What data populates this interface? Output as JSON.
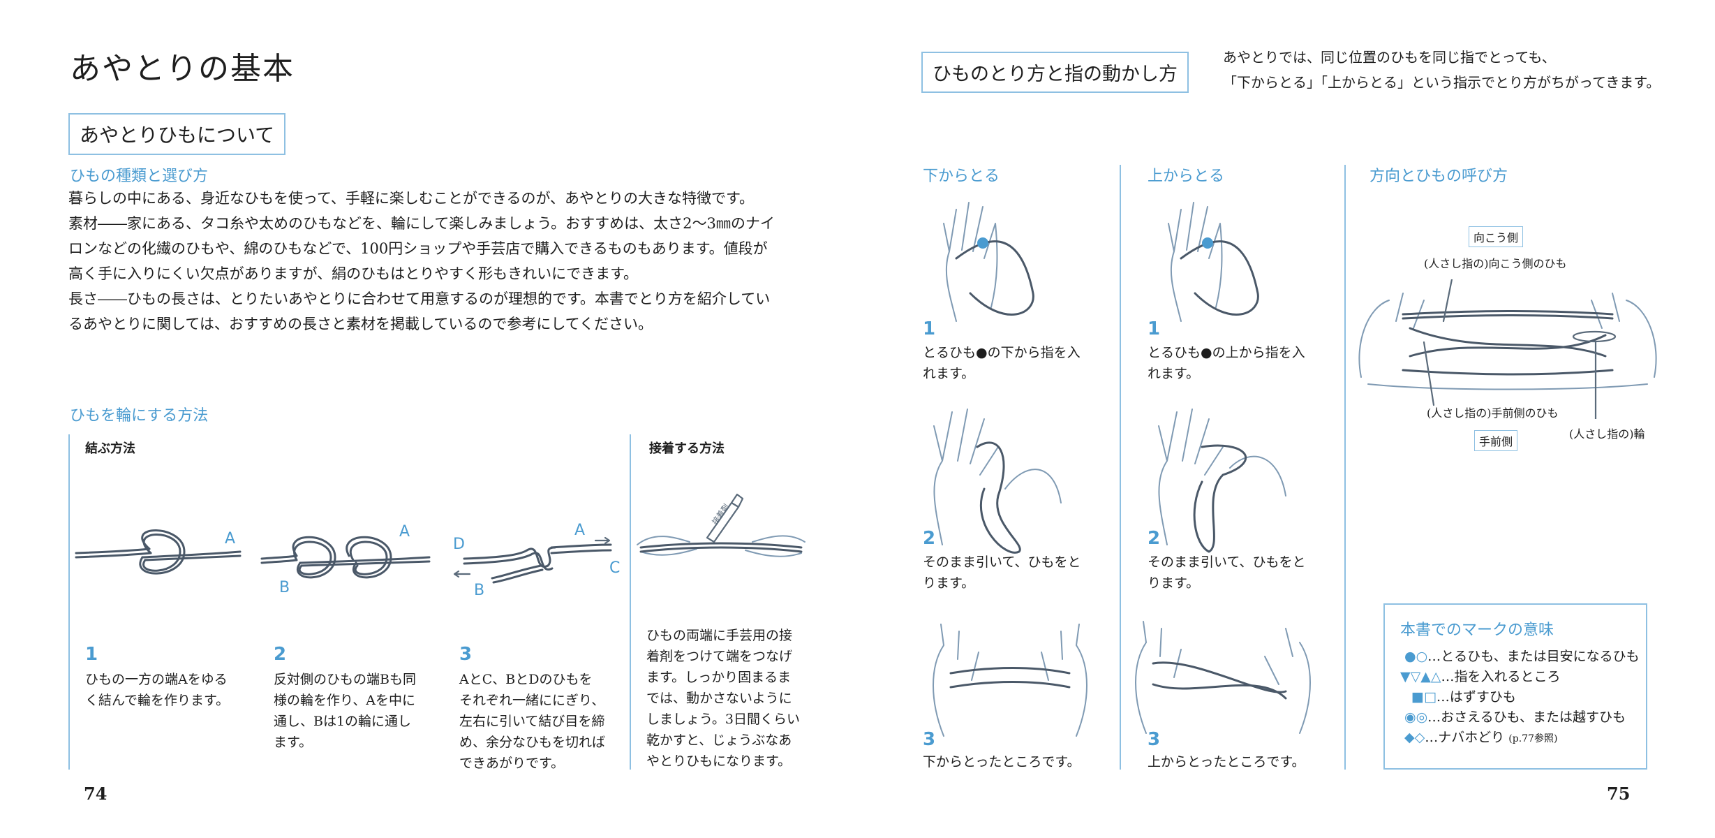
{
  "left_page": {
    "title": "あやとりの基本",
    "subtitle_box": "あやとりひもについて",
    "section1_heading": "ひもの種類と選び方",
    "paragraph_lines": [
      "暮らしの中にある、身近なひもを使って、手軽に楽しむことができるのが、あやとりの大きな特徴です。",
      "素材――家にある、タコ糸や太めのひもなどを、輪にして楽しみましょう。おすすめは、太さ2〜3㎜のナイ",
      "ロンなどの化繊のひもや、綿のひもなどで、100円ショップや手芸店で購入できるものもあります。値段が",
      "高く手に入りにくい欠点がありますが、絹のひもはとりやすく形もきれいにできます。",
      "長さ――ひもの長さは、とりたいあやとりに合わせて用意するのが理想的です。本書でとり方を紹介してい",
      "るあやとりに関しては、おすすめの長さと素材を掲載しているので参考にしてください。"
    ],
    "section2_heading": "ひもを輪にする方法",
    "col_knot_label": "結ぶ方法",
    "col_glue_label": "接着する方法",
    "steps": [
      {
        "num": "1",
        "lines": [
          "ひもの一方の端Aをゆる",
          "く結んで輪を作ります。"
        ]
      },
      {
        "num": "2",
        "lines": [
          "反対側のひもの端Bも同",
          "様の輪を作り、Aを中に",
          "通し、Bは1の輪に通し",
          "ます。"
        ]
      },
      {
        "num": "3",
        "lines": [
          "AとC、BとDのひもを",
          "それぞれ一緒ににぎり、",
          "左右に引いて結び目を締",
          "め、余分なひもを切れば",
          "できあがりです。"
        ]
      }
    ],
    "glue_lines": [
      "ひもの両端に手芸用の接",
      "着剤をつけて端をつなげ",
      "ます。しっかり固まるま",
      "では、動かさないように",
      "しましょう。3日間くらい",
      "乾かすと、じょうぶなあ",
      "やとりひもになります。"
    ],
    "page_number": "74"
  },
  "right_page": {
    "title_box": "ひものとり方と指の動かし方",
    "intro_lines": [
      "あやとりでは、同じ位置のひもを同じ指でとっても、",
      "「下からとる」「上からとる」という指示でとり方がちがってきます。"
    ],
    "col_from_below": {
      "heading": "下からとる",
      "steps": [
        {
          "num": "1",
          "lines": [
            "とるひも●の下から指を入",
            "れます。"
          ]
        },
        {
          "num": "2",
          "lines": [
            "そのまま引いて、ひもをと",
            "ります。"
          ]
        },
        {
          "num": "3",
          "lines": [
            "下からとったところです。"
          ]
        }
      ]
    },
    "col_from_above": {
      "heading": "上からとる",
      "steps": [
        {
          "num": "1",
          "lines": [
            "とるひも●の上から指を入",
            "れます。"
          ]
        },
        {
          "num": "2",
          "lines": [
            "そのまま引いて、ひもをと",
            "ります。"
          ]
        },
        {
          "num": "3",
          "lines": [
            "上からとったところです。"
          ]
        }
      ]
    },
    "col_direction": {
      "heading": "方向とひもの呼び方",
      "label_far_side": "向こう側",
      "label_far_string": "(人さし指の)向こう側のひも",
      "label_near_string": "(人さし指の)手前側のひも",
      "label_loop": "(人さし指の)輪",
      "label_near_side": "手前側"
    },
    "marks_box": {
      "heading": "本書でのマークの意味",
      "rows": [
        {
          "symbol": "●○",
          "text": "…とるひも、または目安になるひも"
        },
        {
          "symbol": "▼▽▲△",
          "text": "…指を入れるところ"
        },
        {
          "symbol": "■□",
          "text": "…はずすひも"
        },
        {
          "symbol": "◉◎",
          "text": "…おさえるひも、または越すひも"
        },
        {
          "symbol": "◆◇",
          "text": "…ナバホどり",
          "note": "(p.77参照)"
        }
      ]
    },
    "page_number": "75"
  },
  "illustration_labels": {
    "a": "A",
    "b": "B",
    "c": "C",
    "d": "D",
    "tube_label": "接着剤"
  },
  "colors": {
    "accent_blue": "#4a9bd0",
    "rule_blue": "#8ec0e2",
    "text": "#1e1e1e"
  }
}
